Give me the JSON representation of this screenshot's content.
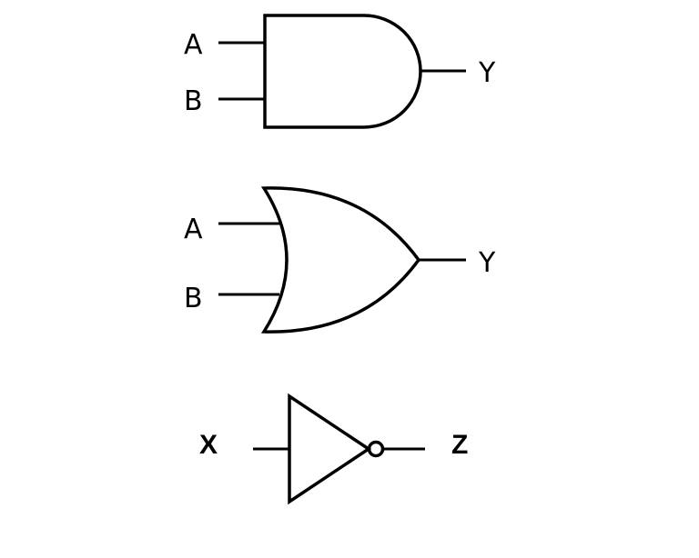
{
  "gates": {
    "and_gate": {
      "input_a": "A",
      "input_b": "B",
      "output": "Y"
    },
    "or_gate": {
      "input_a": "A",
      "input_b": "B",
      "output": "Y"
    },
    "not_gate": {
      "input": "X",
      "output": "Z"
    }
  }
}
